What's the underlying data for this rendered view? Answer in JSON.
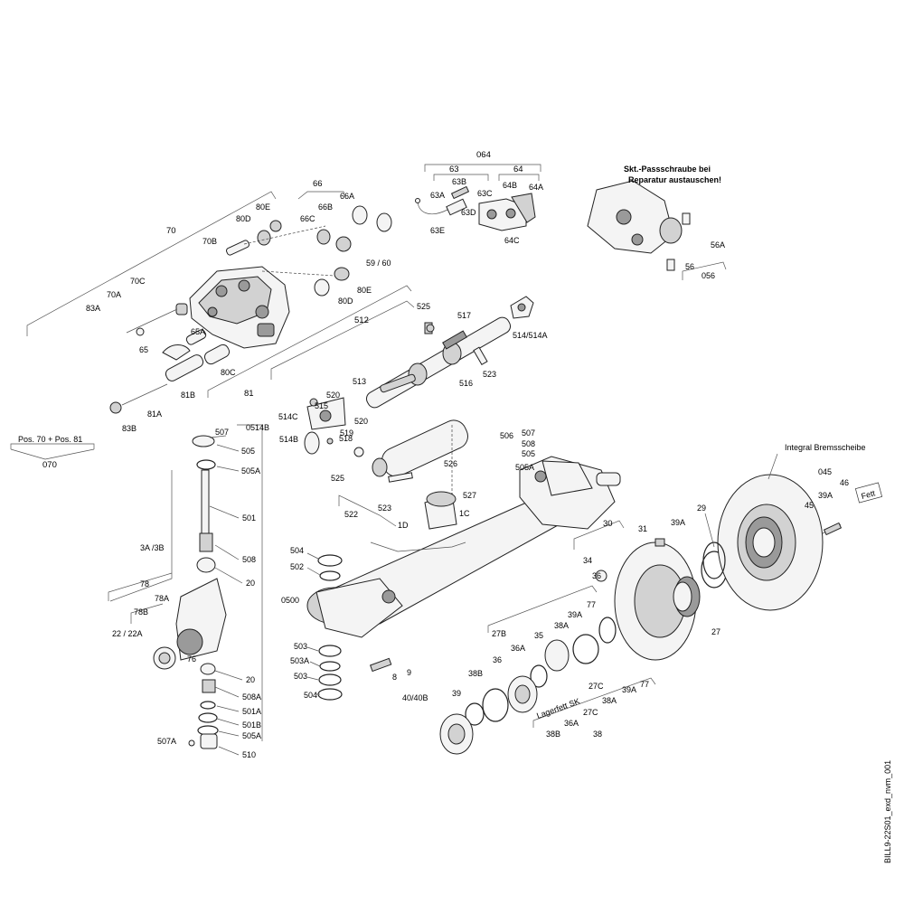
{
  "labels": {
    "l064": "064",
    "l63": "63",
    "l64": "64",
    "l63B": "63B",
    "l63A": "63A",
    "l63C": "63C",
    "l63D": "63D",
    "l64B": "64B",
    "l64A": "64A",
    "l63E": "63E",
    "l64C": "64C",
    "l66": "66",
    "l66A": "66A",
    "l80E_top": "80E",
    "l66B": "66B",
    "l80D_top": "80D",
    "l66C": "66C",
    "l70": "70",
    "l70B": "70B",
    "l5960": "59 / 60",
    "l80E_mid": "80E",
    "l80D_mid": "80D",
    "l70C": "70C",
    "l70A": "70A",
    "l83A": "83A",
    "l65A": "65A",
    "l65": "65",
    "l80C": "80C",
    "l81B": "81B",
    "l81": "81",
    "l81A": "81A",
    "l83B": "83B",
    "l512": "512",
    "l525_top": "525",
    "l517": "517",
    "l514_514A": "514/514A",
    "l523_top": "523",
    "l513": "513",
    "l516": "516",
    "l520_a": "520",
    "l514C": "514C",
    "l515": "515",
    "l0514B": "0514B",
    "l520_b": "520",
    "l519": "519",
    "l518": "518",
    "l514B": "514B",
    "lpos": "Pos. 70 + Pos. 81",
    "l070": "070",
    "l507_top": "507",
    "l505_top": "505",
    "l505A_top": "505A",
    "l501": "501",
    "l508": "508",
    "l20_top": "20",
    "l3A3B": "3A /3B",
    "l0500": "0500",
    "l78": "78",
    "l78A": "78A",
    "l78B": "78B",
    "l22_22A": "22 / 22A",
    "l76": "76",
    "l20_bot": "20",
    "l508A": "508A",
    "l501A": "501A",
    "l501B": "501B",
    "l505A_bot": "505A",
    "l507A": "507A",
    "l510": "510",
    "l526": "526",
    "l525_mid": "525",
    "l523_mid": "523",
    "l522": "522",
    "l527": "527",
    "l1D": "1D",
    "l1C": "1C",
    "l506": "506",
    "l507_r": "507",
    "l508_r": "508",
    "l505_r": "505",
    "l505A_r": "505A",
    "l504_top": "504",
    "l502": "502",
    "l503_a": "503",
    "l503A": "503A",
    "l503_b": "503",
    "l504_bot": "504",
    "l8": "8",
    "l9": "9",
    "l30": "30",
    "l31": "31",
    "l39A_top": "39A",
    "l34": "34",
    "l36_top": "36",
    "l29": "29",
    "l27": "27",
    "l77_top": "77",
    "l39A_mid": "39A",
    "l27B": "27B",
    "l38A_top": "38A",
    "l35": "35",
    "l36A": "36A",
    "l36_mid": "36",
    "l38B_top": "38B",
    "l39": "39",
    "l4040B": "40/40B",
    "lLagerfett": "Lagerfett SK",
    "l27C_a": "27C",
    "l77_bot": "77",
    "l39A_bot": "39A",
    "l38A_bot": "38A",
    "l36A_bot": "36A",
    "l27C_b": "27C",
    "l38B_bot": "38B",
    "l38": "38",
    "lIntegral": "Integral Bremsscheibe",
    "l045": "045",
    "l46": "46",
    "l39A_r": "39A",
    "l45": "45",
    "lFett": "Fett",
    "lNote1": "Skt.-Passschraube bei",
    "lNote2": "Reparatur austauschen!",
    "l56A": "56A",
    "l56": "56",
    "l056": "056",
    "lDocId": "BILL9-22S01_exd_nvm_001"
  }
}
